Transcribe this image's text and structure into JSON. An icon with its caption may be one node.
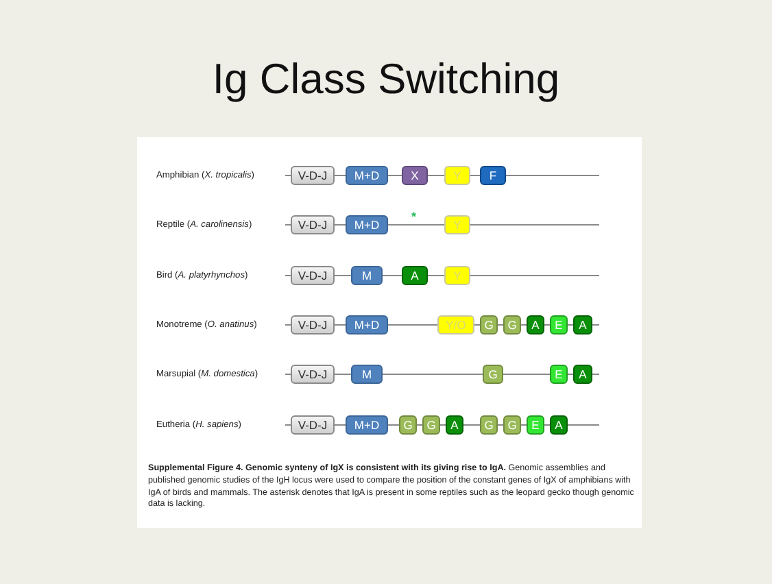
{
  "diagram": {
    "title": "Ig Class Switching",
    "caption": "**Supplemental Figure 4. Genomic synteny of IgX is consistent with its giving rise to IgA.** Genomic assemblies and published genomic studies of the IgH locus were used to compare the position of the constant genes of IgX of amphibians with IgA of birds and mammals.  The asterisk denotes that IgA is present in some reptiles such as the leopard gecko though genomic data is lacking.",
    "nodes": [
      {
        "text": [
          "V-D-J"
        ]
      },
      {
        "text": [
          "M+D"
        ]
      },
      {
        "text": [
          "X"
        ]
      },
      {
        "text": [
          "Y"
        ]
      },
      {
        "text": [
          "F"
        ]
      },
      {
        "text": [
          "V-D-J"
        ]
      },
      {
        "text": [
          "M+D"
        ]
      },
      {
        "text": [
          "Y"
        ]
      },
      {
        "text": [
          "V-D-J"
        ]
      },
      {
        "text": [
          "M"
        ]
      },
      {
        "text": [
          "A"
        ]
      },
      {
        "text": [
          "Y"
        ]
      },
      {
        "text": [
          "V-D-J"
        ]
      },
      {
        "text": [
          "M+D"
        ]
      },
      {
        "text": [
          "Y/O"
        ]
      },
      {
        "text": [
          "G"
        ]
      },
      {
        "text": [
          "G"
        ]
      },
      {
        "text": [
          "A"
        ]
      },
      {
        "text": [
          "E"
        ]
      },
      {
        "text": [
          "A"
        ]
      },
      {
        "text": [
          "V-D-J"
        ]
      },
      {
        "text": [
          "M"
        ]
      },
      {
        "text": [
          "G"
        ]
      },
      {
        "text": [
          "E"
        ]
      },
      {
        "text": [
          "A"
        ]
      },
      {
        "text": [
          "V-D-J"
        ]
      },
      {
        "text": [
          "M+D"
        ]
      },
      {
        "text": [
          "G"
        ]
      },
      {
        "text": [
          "G"
        ]
      },
      {
        "text": [
          "A"
        ]
      },
      {
        "text": [
          "G"
        ]
      },
      {
        "text": [
          "G"
        ]
      },
      {
        "text": [
          "E"
        ]
      },
      {
        "text": [
          "A"
        ]
      }
    ],
    "edges": [
      {
        "from": 0,
        "to": 1,
        "arrow": "none"
      },
      {
        "from": 1,
        "to": 2,
        "arrow": "none"
      },
      {
        "from": 2,
        "to": 3,
        "arrow": "none"
      },
      {
        "from": 3,
        "to": 4,
        "arrow": "none"
      },
      {
        "from": 5,
        "to": 6,
        "arrow": "none"
      },
      {
        "from": 6,
        "to": 7,
        "arrow": "none"
      },
      {
        "from": 8,
        "to": 9,
        "arrow": "none"
      },
      {
        "from": 9,
        "to": 10,
        "arrow": "none"
      },
      {
        "from": 10,
        "to": 11,
        "arrow": "none"
      },
      {
        "from": 12,
        "to": 13,
        "arrow": "none"
      },
      {
        "from": 13,
        "to": 14,
        "arrow": "none"
      },
      {
        "from": 14,
        "to": 15,
        "arrow": "none"
      },
      {
        "from": 15,
        "to": 16,
        "arrow": "none"
      },
      {
        "from": 16,
        "to": 17,
        "arrow": "none"
      },
      {
        "from": 17,
        "to": 18,
        "arrow": "none"
      },
      {
        "from": 18,
        "to": 19,
        "arrow": "none"
      },
      {
        "from": 20,
        "to": 21,
        "arrow": "none"
      },
      {
        "from": 21,
        "to": 22,
        "arrow": "none"
      },
      {
        "from": 22,
        "to": 23,
        "arrow": "none"
      },
      {
        "from": 23,
        "to": 24,
        "arrow": "none"
      },
      {
        "from": 25,
        "to": 26,
        "arrow": "none"
      },
      {
        "from": 26,
        "to": 27,
        "arrow": "none"
      },
      {
        "from": 27,
        "to": 28,
        "arrow": "none"
      },
      {
        "from": 28,
        "to": 29,
        "arrow": "none"
      },
      {
        "from": 29,
        "to": 30,
        "arrow": "none"
      },
      {
        "from": 30,
        "to": 31,
        "arrow": "none"
      },
      {
        "from": 31,
        "to": 32,
        "arrow": "none"
      },
      {
        "from": 32,
        "to": 33,
        "arrow": "none"
      }
    ],
    "labels": [
      "Amphibian (*X. tropicalis*)",
      "Reptile (*A. carolinensis*)",
      "*",
      "Bird (*A. platyrhynchos*)",
      "Monotreme (*O. anatinus*)",
      "Marsupial (*M. domestica*)",
      "Eutheria (*H. sapiens*)"
    ]
  }
}
